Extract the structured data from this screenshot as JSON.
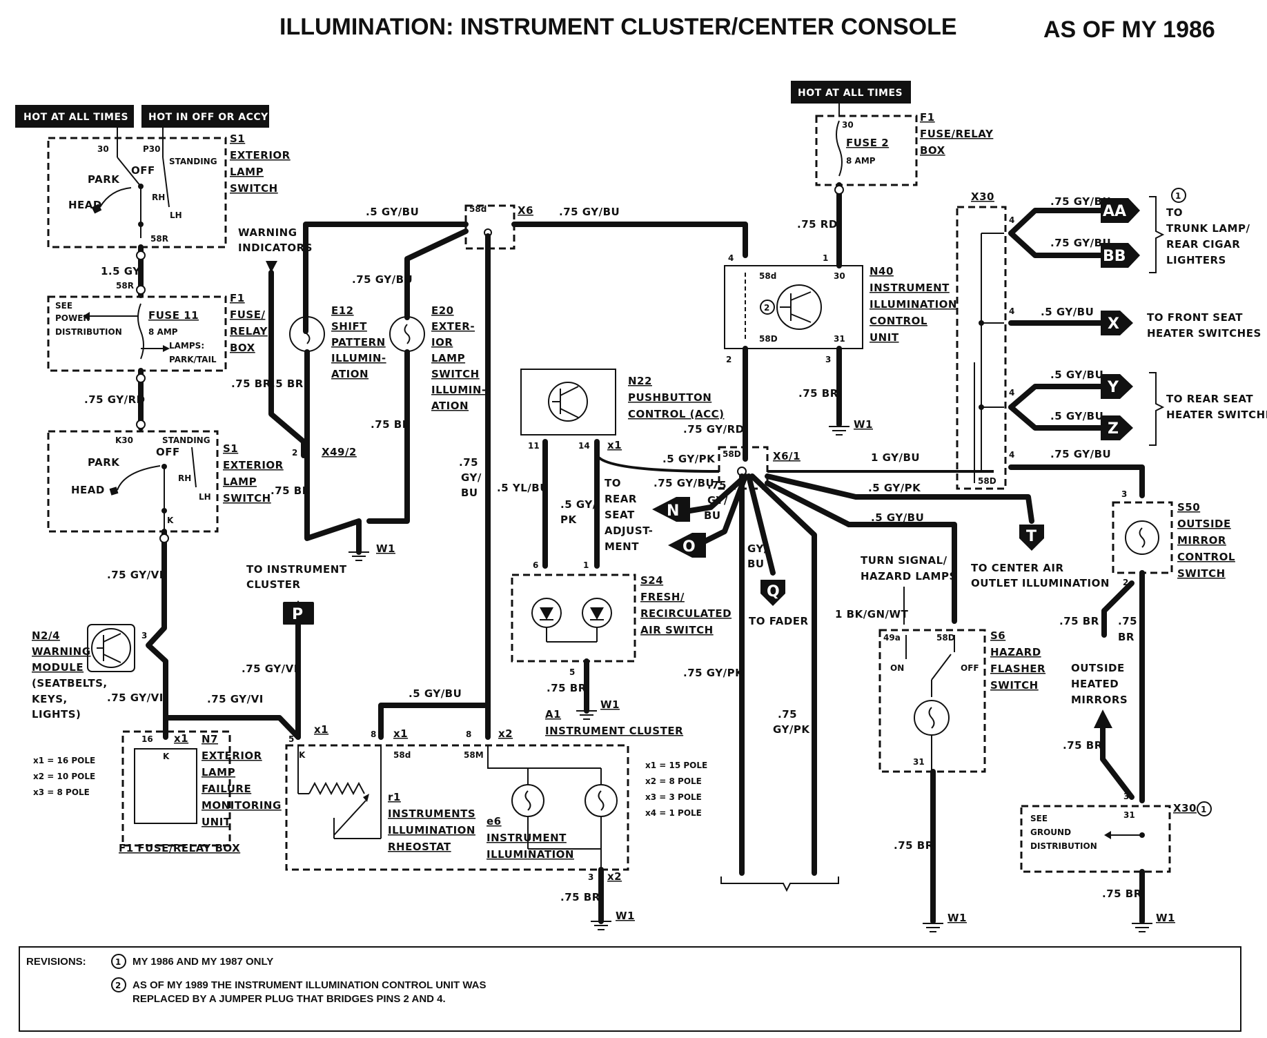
{
  "title": "ILLUMINATION: INSTRUMENT CLUSTER/CENTER CONSOLE",
  "model_year": "AS OF MY 1986",
  "power_headers": {
    "hot_all_times_left": "HOT AT ALL TIMES",
    "hot_off_accy": "HOT IN OFF OR ACCY",
    "hot_all_times_right": "HOT AT ALL TIMES"
  },
  "components": {
    "s1_top": {
      "id": "S1",
      "line1": "EXTERIOR",
      "line2": "LAMP",
      "line3": "SWITCH",
      "park": "PARK",
      "head": "HEAD",
      "off": "OFF",
      "standing": "STANDING",
      "rh": "RH",
      "lh": "LH",
      "pin30": "30",
      "pinP30": "P30",
      "pin58R": "58R"
    },
    "f1_left": {
      "id": "F1",
      "line1": "FUSE/",
      "line2": "RELAY",
      "line3": "BOX",
      "see": "SEE",
      "power": "POWER",
      "distribution": "DISTRIBUTION",
      "fuse": "FUSE 11",
      "amp": "8 AMP",
      "lamps": "LAMPS:",
      "parktail": "PARK/TAIL",
      "pin58R": "58R"
    },
    "s1_bottom": {
      "id": "S1",
      "line1": "EXTERIOR",
      "line2": "LAMP",
      "line3": "SWITCH",
      "park": "PARK",
      "head": "HEAD",
      "off": "OFF",
      "standing": "STANDING",
      "rh": "RH",
      "lh": "LH",
      "k30": "K30",
      "k": "K"
    },
    "n2_4": {
      "id": "N2/4",
      "line1": "WARNING",
      "line2": "MODULE",
      "line3": "(SEATBELTS,",
      "line4": "KEYS,",
      "line5": "LIGHTS)",
      "pin": "3"
    },
    "n7": {
      "id": "N7",
      "line1": "EXTERIOR",
      "line2": "LAMP",
      "line3": "FAILURE",
      "line4": "MONITORING",
      "line5": "UNIT",
      "box": "F1 FUSE/RELAY BOX",
      "pin16": "16",
      "x1": "x1",
      "k": "K"
    },
    "poles_left": {
      "x1": "x1 = 16 POLE",
      "x2": "x2 = 10 POLE",
      "x3": "x3 = 8 POLE"
    },
    "e12": {
      "id": "E12",
      "line1": "SHIFT",
      "line2": "PATTERN",
      "line3": "ILLUMIN-",
      "line4": "ATION"
    },
    "e20": {
      "id": "E20",
      "line1": "EXTER-",
      "line2": "IOR",
      "line3": "LAMP",
      "line4": "SWITCH",
      "line5": "ILLUMIN-",
      "line6": "ATION"
    },
    "warning_indicators": {
      "line1": "WARNING",
      "line2": "INDICATORS"
    },
    "x49_2": {
      "id": "X49/2",
      "pin": "2"
    },
    "x6": {
      "id": "X6",
      "pin": "58d"
    },
    "f1_right": {
      "id": "F1",
      "line1": "FUSE/RELAY",
      "line2": "BOX",
      "fuse": "FUSE 2",
      "amp": "8 AMP",
      "pin30": "30"
    },
    "n40": {
      "id": "N40",
      "line1": "INSTRUMENT",
      "line2": "ILLUMINATION",
      "line3": "CONTROL",
      "line4": "UNIT",
      "p58d": "58d",
      "p30": "30",
      "p58D": "58D",
      "p31": "31",
      "pin4": "4",
      "pin1": "1",
      "pin2": "2",
      "pin3": "3"
    },
    "n22": {
      "id": "N22",
      "line1": "PUSHBUTTON",
      "line2": "CONTROL (ACC)",
      "pin11": "11",
      "pin14": "14",
      "x1": "x1"
    },
    "s24": {
      "id": "S24",
      "line1": "FRESH/",
      "line2": "RECIRCULATED",
      "line3": "AIR SWITCH",
      "pin6": "6",
      "pin1": "1",
      "pin5": "5"
    },
    "x6_1": {
      "id": "X6/1",
      "pin": "58D"
    },
    "a1": {
      "id": "A1",
      "line1": "INSTRUMENT CLUSTER",
      "pin5": "5",
      "pin8a": "8",
      "pin8b": "8",
      "x1a": "x1",
      "x1b": "x1",
      "x2": "x2",
      "p58d": "58d",
      "p58M": "58M",
      "pin3": "3",
      "x2b": "x2",
      "k": "K"
    },
    "r1": {
      "id": "r1",
      "line1": "INSTRUMENTS",
      "line2": "ILLUMINATION",
      "line3": "RHEOSTAT"
    },
    "e6": {
      "id": "e6",
      "line1": "INSTRUMENT",
      "line2": "ILLUMINATION"
    },
    "poles_right": {
      "x1": "x1 = 15 POLE",
      "x2": "x2 = 8 POLE",
      "x3": "x3 = 3 POLE",
      "x4": "x4 = 1 POLE"
    },
    "s6": {
      "id": "S6",
      "line1": "HAZARD",
      "line2": "FLASHER",
      "line3": "SWITCH",
      "p49a": "49a",
      "p58D": "58D",
      "on": "ON",
      "off": "OFF",
      "p31": "31"
    },
    "s50": {
      "id": "S50",
      "line1": "OUTSIDE",
      "line2": "MIRROR",
      "line3": "CONTROL",
      "line4": "SWITCH",
      "pin3": "3",
      "pin2": "2"
    },
    "x30_top": {
      "id": "X30",
      "pin4a": "4",
      "pin4b": "4",
      "pin4c": "4",
      "pin4d": "4",
      "p58D": "58D"
    },
    "x30_bottom": {
      "id": "X30",
      "pin3": "3",
      "pin31": "31",
      "see": "SEE",
      "ground": "GROUND",
      "distribution": "DISTRIBUTION"
    }
  },
  "wire_labels": {
    "w1": "1.5 GY",
    "w2": ".75 GY/RD",
    "w3": ".75 GY/VI",
    "w4": ".75 GY/VI",
    "w5": ".75 GY/VI",
    "w6": ".75 GY/VI",
    "w7": ".5 GY/BU",
    "w8": ".75 GY/BU",
    "w9": ".75 GY/BU",
    "w10": ".75 BR",
    "w11": ".5 BR",
    "w12": ".75 BR",
    "w13": ".75 BR",
    "w14": ".75",
    "w14b": "GY/",
    "w14c": "BU",
    "w15": ".5 GY/BU",
    "w16": ".75 RD",
    "w17": ".75 BR",
    "w18": ".75 GY/RD",
    "w19": ".5 GY/PK",
    "w20": ".5 YL/BU",
    "w21": ".5 GY/",
    "w21b": "PK",
    "w22": ".75 GY/BU",
    "w23": ".75",
    "w23b": "GY/",
    "w23c": "BU",
    "w24": "GY/",
    "w24b": "BU",
    "w25": "1 GY/BU",
    "w26": ".5 GY/PK",
    "w27": ".5 GY/BU",
    "w28": ".75 GY/PK",
    "w29": ".75",
    "w29b": "GY/PK",
    "w30": ".75 BR",
    "w31": "1 BK/GN/WT",
    "w32": ".75 BR",
    "w33": ".75 BR",
    "w34": ".75",
    "w34b": "BR",
    "w35": ".75 BR",
    "w36": ".75 BR",
    "w37": ".75 GY/BU",
    "w38": ".75 GY/BU",
    "w39": ".5 GY/BU",
    "w40": ".5 GY/BU",
    "w41": ".5 GY/BU",
    "w42": ".75 GY/BU",
    "w43": ".75 BR",
    "w44": ".5 GY/BU"
  },
  "grounds": {
    "g1": "W1",
    "g2": "W1",
    "g3": "W1",
    "g4": "W1",
    "g5": "W1",
    "g6": "W1"
  },
  "connectors": {
    "AA": "AA",
    "BB": "BB",
    "X": "X",
    "Y": "Y",
    "Z": "Z",
    "N": "N",
    "O": "O",
    "P": "P",
    "Q": "Q",
    "T": "T"
  },
  "destinations": {
    "trunk1": "TO",
    "trunk2": "TRUNK LAMP/",
    "trunk3": "REAR CIGAR",
    "trunk4": "LIGHTERS",
    "front1": "TO FRONT SEAT",
    "front2": "HEATER SWITCHES",
    "rear1": "TO REAR SEAT",
    "rear2": "HEATER SWITCHES",
    "rearseat1": "TO",
    "rearseat2": "REAR",
    "rearseat3": "SEAT",
    "rearseat4": "ADJUST-",
    "rearseat5": "MENT",
    "cluster1": "TO INSTRUMENT",
    "cluster2": "CLUSTER",
    "fader": "TO FADER",
    "centerair1": "TO CENTER AIR",
    "centerair2": "OUTLET ILLUMINATION",
    "turn1": "TURN SIGNAL/",
    "turn2": "HAZARD LAMPS",
    "mirror1": "OUTSIDE",
    "mirror2": "HEATED",
    "mirror3": "MIRRORS"
  },
  "circled": {
    "c1": "1",
    "c2": "2"
  },
  "revisions": {
    "label": "REVISIONS:",
    "r1": "MY 1986 AND MY 1987 ONLY",
    "r2a": "AS OF MY 1989 THE INSTRUMENT ILLUMINATION CONTROL UNIT WAS",
    "r2b": "REPLACED BY A JUMPER PLUG THAT BRIDGES PINS 2 AND 4."
  }
}
